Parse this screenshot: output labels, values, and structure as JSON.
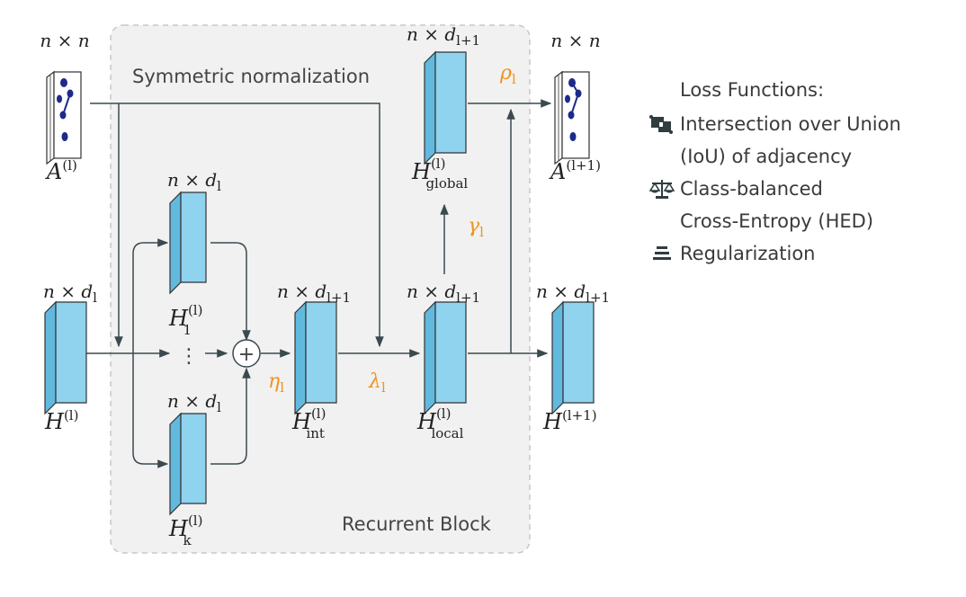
{
  "block": {
    "title": "Recurrent Block",
    "normalization": "Symmetric normalization"
  },
  "dims": {
    "nn": "n × n",
    "ndl": "n × d",
    "dl_sub": "l",
    "dl1_sub": "l+1"
  },
  "nodes": {
    "A_in": {
      "main": "A",
      "sup": "(l)"
    },
    "A_out": {
      "main": "A",
      "sup": "(l+1)"
    },
    "H_in": {
      "main": "H",
      "sup": "(l)"
    },
    "H1": {
      "main": "H",
      "sup": "(l)",
      "sub": "1"
    },
    "Hk": {
      "main": "H",
      "sup": "(l)",
      "sub": "k"
    },
    "Hint": {
      "main": "H",
      "sup": "(l)",
      "sub": "int"
    },
    "Hlocal": {
      "main": "H",
      "sup": "(l)",
      "sub": "local"
    },
    "Hglobal": {
      "main": "H",
      "sup": "(l)",
      "sub": "global"
    },
    "H_out": {
      "main": "H",
      "sup": "(l+1)"
    }
  },
  "ops": {
    "eta": "η",
    "lambda": "λ",
    "gamma": "γ",
    "rho": "ρ",
    "op_sub": "l",
    "plus": "+",
    "dots": "⋮"
  },
  "legend": {
    "title": "Loss Functions:",
    "items": [
      {
        "icon": "iou-icon",
        "text": "Intersection over Union\n(IoU) of adjacency"
      },
      {
        "icon": "balance-scale-icon",
        "text": "Class-balanced\nCross-Entropy (HED)"
      },
      {
        "icon": "regularization-icon",
        "text": "Regularization"
      }
    ]
  },
  "colors": {
    "feature_map": "#8fd3ef",
    "accent": "#f0921e",
    "block_bg": "#f1f1f1",
    "arrow": "#3a4a4f",
    "graph_dot": "#1d2a8a"
  }
}
